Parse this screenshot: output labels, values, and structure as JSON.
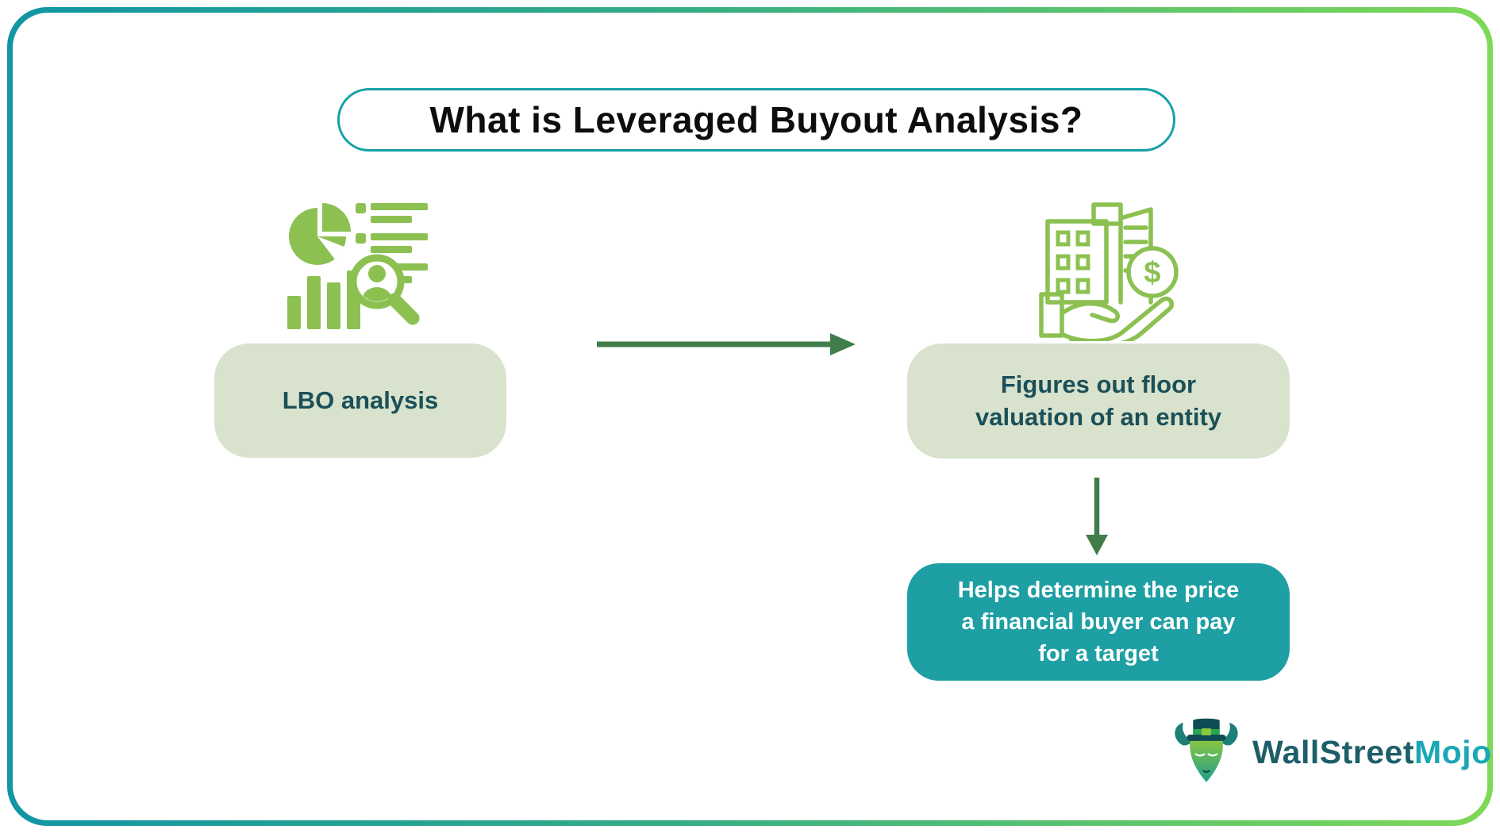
{
  "title": {
    "text": "What is Leveraged Buyout Analysis?"
  },
  "flow": {
    "lbo_label": "LBO analysis",
    "figures_lines": [
      "Figures out floor",
      "valuation of an entity"
    ],
    "helps_lines": [
      "Helps determine the price",
      "a financial buyer can pay",
      "for a target"
    ]
  },
  "icons": {
    "analysis_icon": "pie-bar-magnifier-analysis",
    "valuation_icon": "building-dollar-hand",
    "dollar_glyph": "$",
    "icon_green": "#8cc152",
    "arrow_green": "#417d4b"
  },
  "colors": {
    "frame_gradient_start": "#1295a5",
    "frame_gradient_end": "#7ed957",
    "title_border": "#16a0a6",
    "sage_box_bg": "#d8e2cc",
    "sage_box_text": "#1b5059",
    "teal_box_bg": "#1d9fa3",
    "teal_box_text": "#ffffff"
  },
  "logo": {
    "wallstreet": "WallStreet",
    "mojo": "Mojo"
  }
}
